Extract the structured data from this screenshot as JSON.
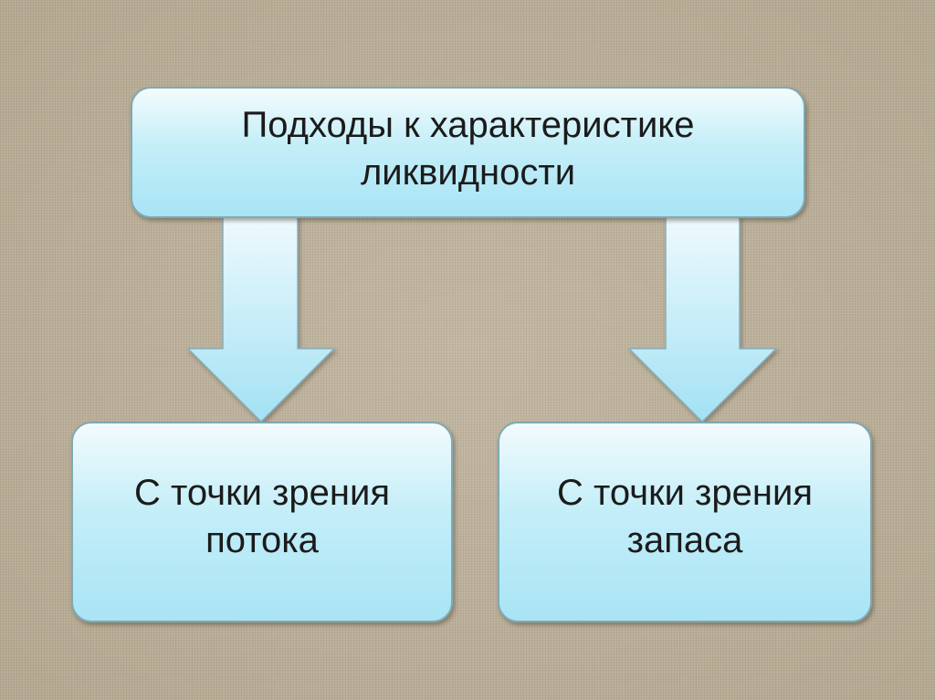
{
  "diagram": {
    "root": {
      "text": "Подходы к характеристике\nликвидности"
    },
    "children": [
      {
        "text": "С точки зрения\nпотока"
      },
      {
        "text": "С точки зрения\nзапаса"
      }
    ],
    "colors": {
      "box_fill_top": "#f3fbfd",
      "box_fill_bottom": "#a9e4f5",
      "box_border": "#7fa9b4",
      "arrow_fill": "#a8e3f4",
      "background": "#b9ad97"
    }
  }
}
